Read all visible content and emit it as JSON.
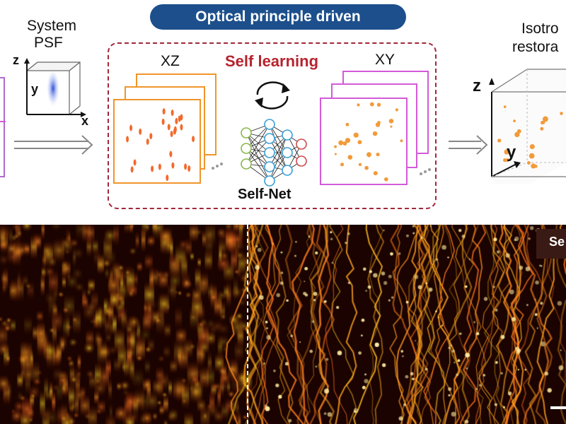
{
  "banner": {
    "title": "Optical principle driven"
  },
  "psf": {
    "line1": "System",
    "line2": "PSF",
    "axis_z": "z",
    "axis_y": "y",
    "axis_x": "x"
  },
  "center": {
    "title": "Self learning",
    "xz_label": "XZ",
    "xy_label": "XY",
    "net_label": "Self-Net"
  },
  "right": {
    "line1": "Isotro",
    "line2": "restora",
    "axis_z": "z",
    "axis_y": "y"
  },
  "bottom": {
    "label": "Se"
  },
  "colors": {
    "banner": "#1c4f8c",
    "dashed": "#a0283a",
    "orange": "#f0952a",
    "magenta": "#d35ad8",
    "title_red": "#b5242e"
  },
  "icons": [
    "refresh-cycle-icon",
    "neural-network-icon",
    "double-arrow-icon",
    "axis-cube-icon"
  ]
}
